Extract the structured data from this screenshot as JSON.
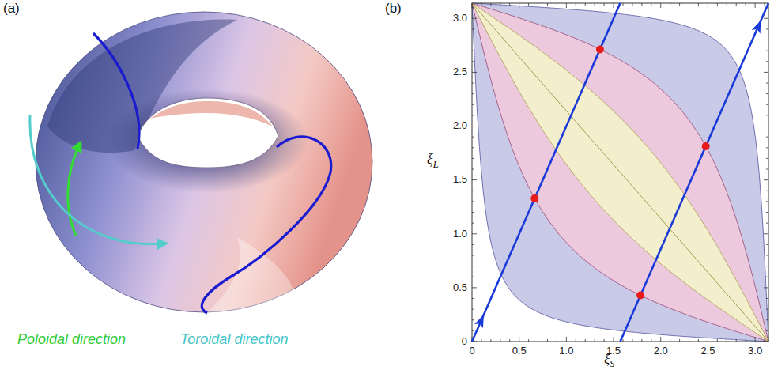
{
  "diagram": {
    "labels": [
      "(a)",
      "(b)",
      "Poloidal direction",
      "Toroidal direction",
      "0",
      "0.5",
      "1.0",
      "1.5",
      "2.0",
      "2.5",
      "3.0",
      "0",
      "0.5",
      "1.0",
      "1.5",
      "2.0",
      "2.5",
      "3.0",
      "ξL",
      "ξS"
    ]
  }
}
